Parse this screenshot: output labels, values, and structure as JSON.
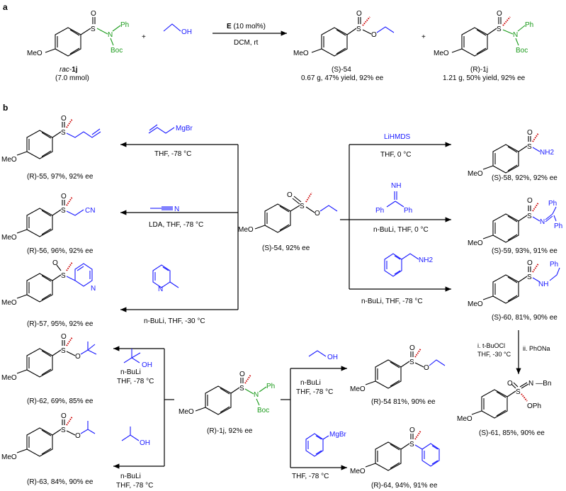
{
  "panel_a": {
    "label": "a",
    "reactant": {
      "name_prefix": "rac-",
      "name": "1j",
      "amount": "(7.0 mmol)"
    },
    "plus1": "+",
    "plus2": "+",
    "reagent_oh": "OH",
    "conditions_top_bold": "E",
    "conditions_top_rest": " (10 mol%)",
    "conditions_bottom": "DCM, rt",
    "product1": {
      "name": "(S)-54",
      "yield": "0.67 g, 47% yield, 92% ee"
    },
    "product2": {
      "name": "(R)-1j",
      "yield": "1.21 g, 50% yield, 92% ee"
    }
  },
  "panel_b": {
    "label": "b",
    "center": "(S)-54, 92% ee",
    "rxn55": {
      "reagent": "MgBr",
      "cond": "THF, -78 °C",
      "product": "(R)-55, 97%, 92% ee"
    },
    "rxn56": {
      "reagent": "N",
      "cond": "LDA, THF, -78 °C",
      "product": "(R)-56, 96%, 92% ee"
    },
    "rxn57": {
      "reagent": "N",
      "cond": "n-BuLi, THF, -30 °C",
      "product": "(R)-57, 95%, 92% ee"
    },
    "rxn58": {
      "reagent": "LiHMDS",
      "cond": "THF, 0 °C",
      "product": "(S)-58, 92%, 92% ee"
    },
    "rxn59": {
      "reagent_nh": "NH",
      "reagent_ph1": "Ph",
      "reagent_ph2": "Ph",
      "cond": "n-BuLi, THF, 0 °C",
      "product": "(S)-59, 93%, 91% ee"
    },
    "rxn60": {
      "reagent": "NH2",
      "cond": "n-BuLi, THF, -78 °C",
      "product": "(S)-60, 81%, 90% ee"
    },
    "rxn61": {
      "cond1": "i. t-BuOCl",
      "cond2": "THF, -30 °C",
      "cond3": "ii. PhONa",
      "product": "(S)-61, 85%, 90% ee"
    },
    "center2": "(R)-1j, 92% ee",
    "rxn62": {
      "reagent": "OH",
      "cond1": "n-BuLi",
      "cond2": "THF, -78 °C",
      "product": "(R)-62, 69%, 85% ee"
    },
    "rxn63": {
      "reagent": "OH",
      "cond1": "n-BuLi",
      "cond2": "THF, -78 °C",
      "product": "(R)-63, 84%, 90% ee"
    },
    "rxn54b": {
      "reagent": "OH",
      "cond1": "n-BuLi",
      "cond2": "THF, -78 °C",
      "product": "(R)-54 81%, 90% ee"
    },
    "rxn64": {
      "reagent": "MgBr",
      "cond": "THF, -78 °C",
      "product": "(R)-64, 94%, 91% ee"
    }
  },
  "atoms": {
    "S": "S",
    "O": "O",
    "N": "N",
    "Ph": "Ph",
    "Boc": "Boc",
    "MeO": "MeO",
    "OPh": "OPh",
    "Bn": "Bn",
    "NH2": "NH2",
    "CN": "CN",
    "H": "H"
  }
}
